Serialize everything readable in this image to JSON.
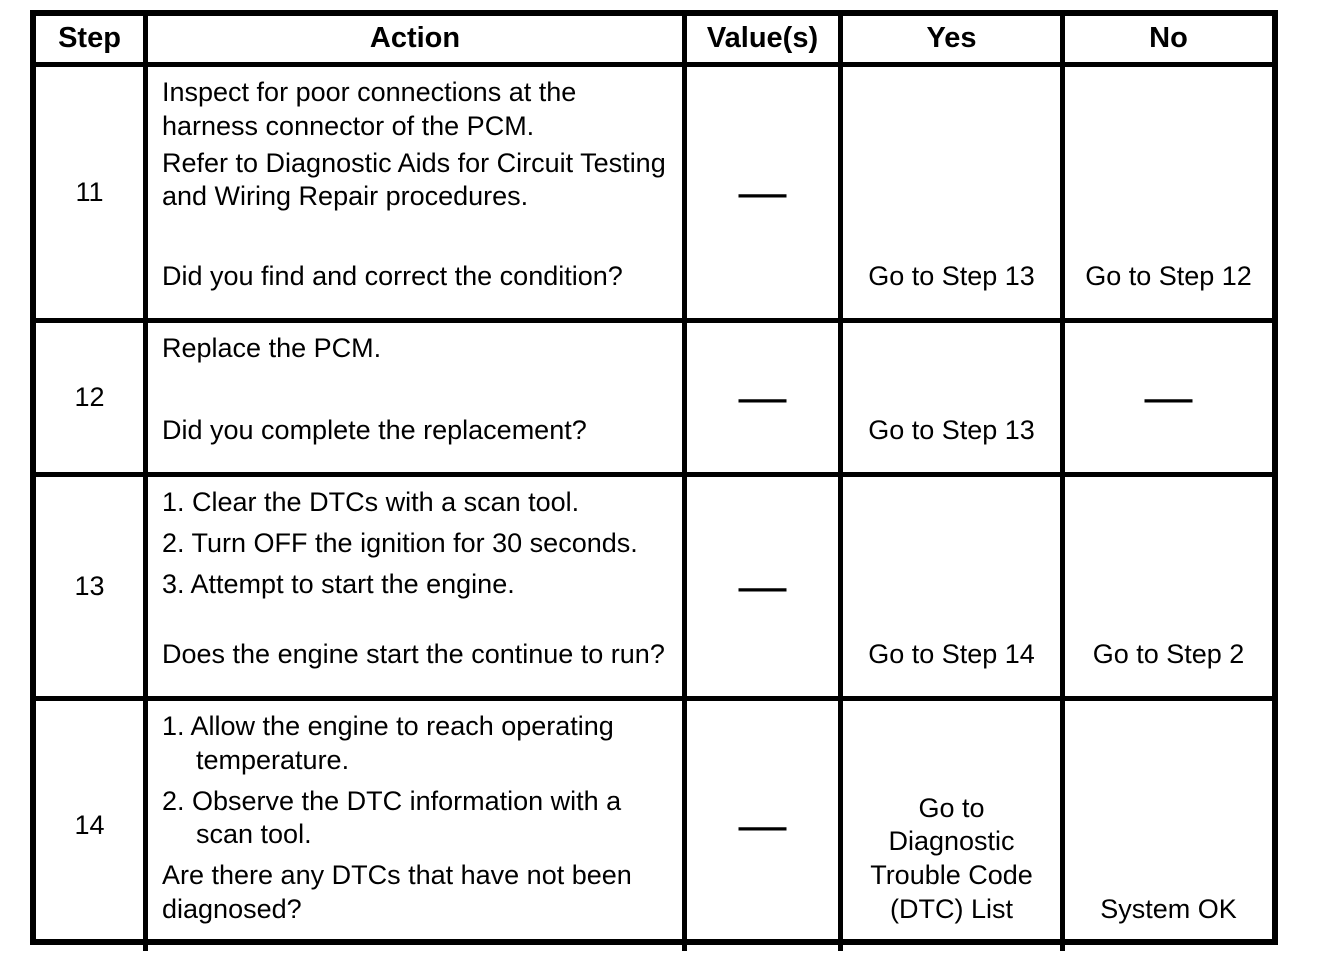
{
  "table": {
    "header": {
      "step": "Step",
      "action": "Action",
      "values": "Value(s)",
      "yes": "Yes",
      "no": "No"
    },
    "rows": [
      {
        "step": "11",
        "action": {
          "items": [
            "Inspect for poor connections at the harness connector of the PCM.",
            "Refer to Diagnostic Aids for Circuit Testing and Wiring Repair procedures."
          ],
          "question": "Did you find and correct the condition?"
        },
        "value": "—",
        "yes": "Go to Step 13",
        "no": "Go to Step 12"
      },
      {
        "step": "12",
        "action": {
          "items": [
            "Replace the PCM."
          ],
          "question": "Did you complete the replacement?"
        },
        "value": "—",
        "yes": "Go to Step 13",
        "no": "—"
      },
      {
        "step": "13",
        "action": {
          "items": [
            "1. Clear the DTCs with a scan tool.",
            "2. Turn OFF the ignition for 30 seconds.",
            "3. Attempt to start the engine."
          ],
          "question": "Does the engine start the continue to run?"
        },
        "value": "—",
        "yes": "Go to Step 14",
        "no": "Go to Step 2"
      },
      {
        "step": "14",
        "action": {
          "items": [
            "1. Allow the engine to reach operating temperature.",
            "2. Observe the DTC information with a scan tool."
          ],
          "question": "Are there any DTCs that have not been diagnosed?"
        },
        "value": "—",
        "yes": "Go to\nDiagnostic\nTrouble Code\n(DTC) List",
        "no": "System OK"
      }
    ],
    "colors": {
      "border": "#000000",
      "text": "#000000",
      "background": "#ffffff"
    }
  }
}
